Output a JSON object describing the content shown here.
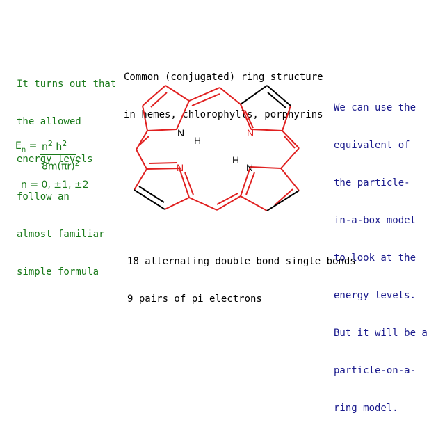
{
  "intro_lines": [
    "It turns out that",
    "the allowed",
    "energy levels",
    "follow an",
    "almost familiar",
    "simple formula"
  ],
  "title_lines": [
    "Common (conjugated) ring structure",
    "in hemes, chlorophylls, porphyrins"
  ],
  "right_lines": [
    "We can use the",
    "equivalent of",
    "the particle-",
    "in-a-box model",
    "to look at the",
    "energy levels.",
    "But it will be a",
    "particle-on-a-",
    "ring model."
  ],
  "bottom_lines": [
    "18 alternating double bond single bonds",
    "9 pairs of pi electrons"
  ],
  "formula": {
    "lhs_symbol": "E",
    "lhs_subscript": "n",
    "equals": "=",
    "num_n": "n",
    "num_n_exp": "2",
    "num_h": "h",
    "num_h_exp": "2",
    "den_main": "8m(πr)",
    "den_exp": "2",
    "n_values": "n = 0, ±1, ±2"
  },
  "atoms": {
    "n_top_left": "N",
    "h_top_left": "H",
    "n_top_right": "N",
    "n_bottom_left": "N",
    "n_bottom_right": "N",
    "h_bottom_right": "H"
  },
  "colors": {
    "intro_text": "#1a7a1a",
    "right_text": "#1a1a8c",
    "ring_bonds": "#e02020",
    "outer_bonds": "#000000",
    "nitrogen": "#e02020",
    "label_text": "#000000"
  }
}
